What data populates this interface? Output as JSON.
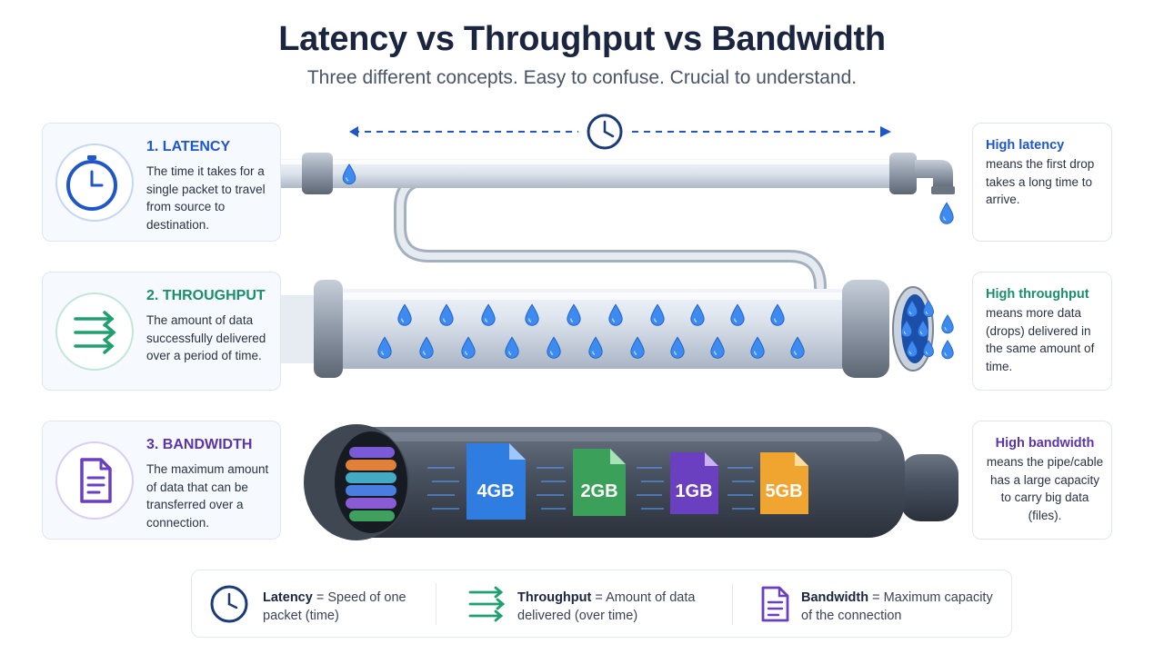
{
  "header": {
    "title": "Latency vs Throughput vs Bandwidth",
    "subtitle": "Three different concepts. Easy to confuse. Crucial to understand."
  },
  "colors": {
    "latency": "#1f56c8",
    "throughput": "#1b8f6a",
    "bandwidth": "#5b35a8",
    "water": "#2f7de1"
  },
  "concepts": [
    {
      "title": "1. LATENCY",
      "description": "The time it takes for a single packet to travel from source to destination.",
      "icon": "clock-icon",
      "note_title": "High latency",
      "note_text": "means the first drop takes a long time to arrive."
    },
    {
      "title": "2. THROUGHPUT",
      "description": "The amount of data successfully delivered over a period of time.",
      "icon": "arrows-right-icon",
      "note_title": "High throughput",
      "note_text": "means more data (drops) delivered in the same amount of time."
    },
    {
      "title": "3. BANDWIDTH",
      "description": "The maximum amount of data that can be transferred over a connection.",
      "icon": "document-icon",
      "note_title": "High bandwidth",
      "note_text": "means the pipe/cable has a large capacity to carry big data (files)."
    }
  ],
  "files": [
    "4GB",
    "2GB",
    "1GB",
    "5GB"
  ],
  "file_colors": [
    "#2f7de1",
    "#3aa05a",
    "#6a3fc0",
    "#f0a531"
  ],
  "legend": [
    {
      "term": "Latency",
      "definition": "= Speed of one packet (time)",
      "icon": "clock-icon"
    },
    {
      "term": "Throughput",
      "definition": "= Amount of data delivered (over time)",
      "icon": "arrows-right-icon"
    },
    {
      "term": "Bandwidth",
      "definition": "= Maximum capacity of the connection",
      "icon": "document-icon"
    }
  ]
}
